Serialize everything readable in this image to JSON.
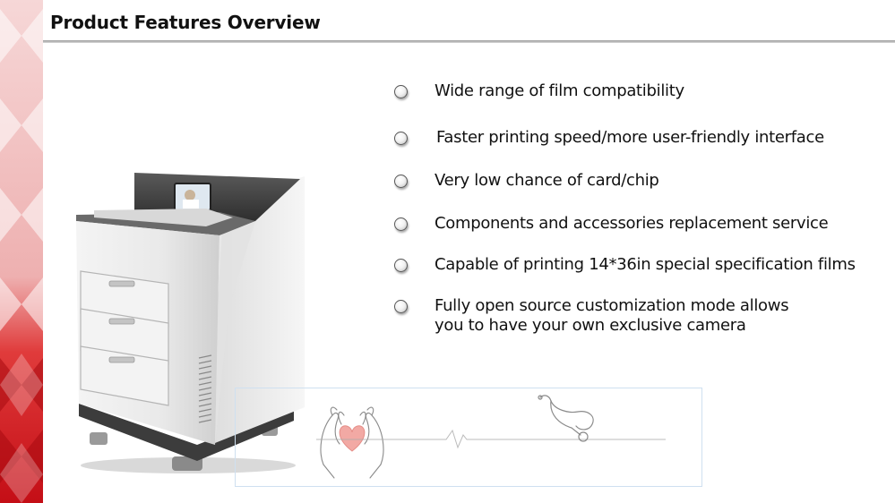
{
  "header": {
    "title": "Product Features Overview"
  },
  "features": [
    {
      "text": "Wide range of film compatibility",
      "icon": "circle-bullet-icon"
    },
    {
      "text": "Faster printing speed/more user-friendly interface",
      "icon": "circle-bullet-icon"
    },
    {
      "text": "Very low chance of card/chip",
      "icon": "circle-bullet-icon"
    },
    {
      "text": "Components and accessories replacement service",
      "icon": "circle-bullet-icon"
    },
    {
      "text": "Capable of printing 14*36in special specification films",
      "icon": "circle-bullet-icon"
    },
    {
      "text": "Fully open source customization mode allows",
      "text2": "you to have your own exclusive camera",
      "icon": "circle-bullet-icon"
    }
  ],
  "colors": {
    "accent": "#d7141b",
    "text": "#111111",
    "rule": "#a8a8a8"
  }
}
